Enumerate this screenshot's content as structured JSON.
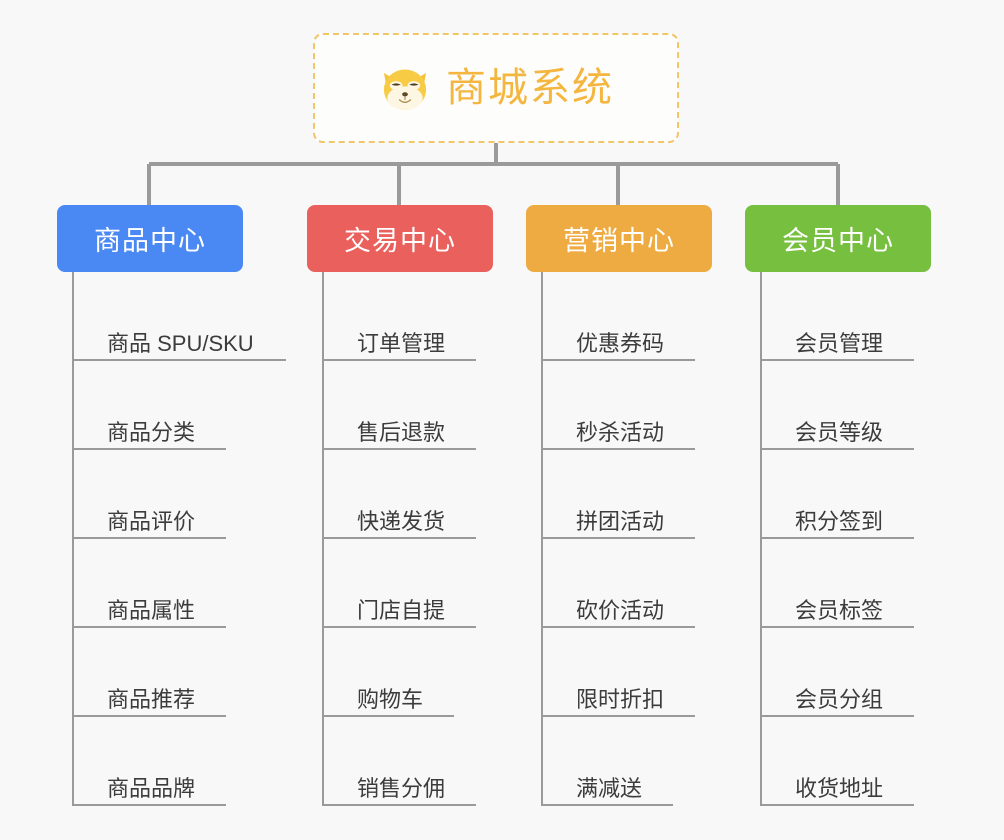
{
  "page": {
    "background_color": "#f8f8f8",
    "diagram_type": "org-chart",
    "title": "商城系统"
  },
  "root": {
    "label": "商城系统",
    "icon": "shiba-dog-icon",
    "text_color": "#f4b63f",
    "border_color": "#f2c569",
    "background_color": "#fdfdfc"
  },
  "connector": {
    "color": "#9a9a9a"
  },
  "columns": [
    {
      "header": "商品中心",
      "color": "#4a89f3",
      "items": [
        {
          "label": "商品 SPU/SKU",
          "rule_width": 212
        },
        {
          "label": "商品分类",
          "rule_width": 152
        },
        {
          "label": "商品评价",
          "rule_width": 152
        },
        {
          "label": "商品属性",
          "rule_width": 152
        },
        {
          "label": "商品推荐",
          "rule_width": 152
        },
        {
          "label": "商品品牌",
          "rule_width": 152
        }
      ]
    },
    {
      "header": "交易中心",
      "color": "#e9605c",
      "items": [
        {
          "label": "订单管理",
          "rule_width": 152
        },
        {
          "label": "售后退款",
          "rule_width": 152
        },
        {
          "label": "快递发货",
          "rule_width": 152
        },
        {
          "label": "门店自提",
          "rule_width": 152
        },
        {
          "label": "购物车",
          "rule_width": 130
        },
        {
          "label": "销售分佣",
          "rule_width": 152
        }
      ]
    },
    {
      "header": "营销中心",
      "color": "#eeab41",
      "items": [
        {
          "label": "优惠券码",
          "rule_width": 152
        },
        {
          "label": "秒杀活动",
          "rule_width": 152
        },
        {
          "label": "拼团活动",
          "rule_width": 152
        },
        {
          "label": "砍价活动",
          "rule_width": 152
        },
        {
          "label": "限时折扣",
          "rule_width": 152
        },
        {
          "label": "满减送",
          "rule_width": 130
        }
      ]
    },
    {
      "header": "会员中心",
      "color": "#76bf3f",
      "items": [
        {
          "label": "会员管理",
          "rule_width": 152
        },
        {
          "label": "会员等级",
          "rule_width": 152
        },
        {
          "label": "积分签到",
          "rule_width": 152
        },
        {
          "label": "会员标签",
          "rule_width": 152
        },
        {
          "label": "会员分组",
          "rule_width": 152
        },
        {
          "label": "收货地址",
          "rule_width": 152
        }
      ]
    }
  ]
}
